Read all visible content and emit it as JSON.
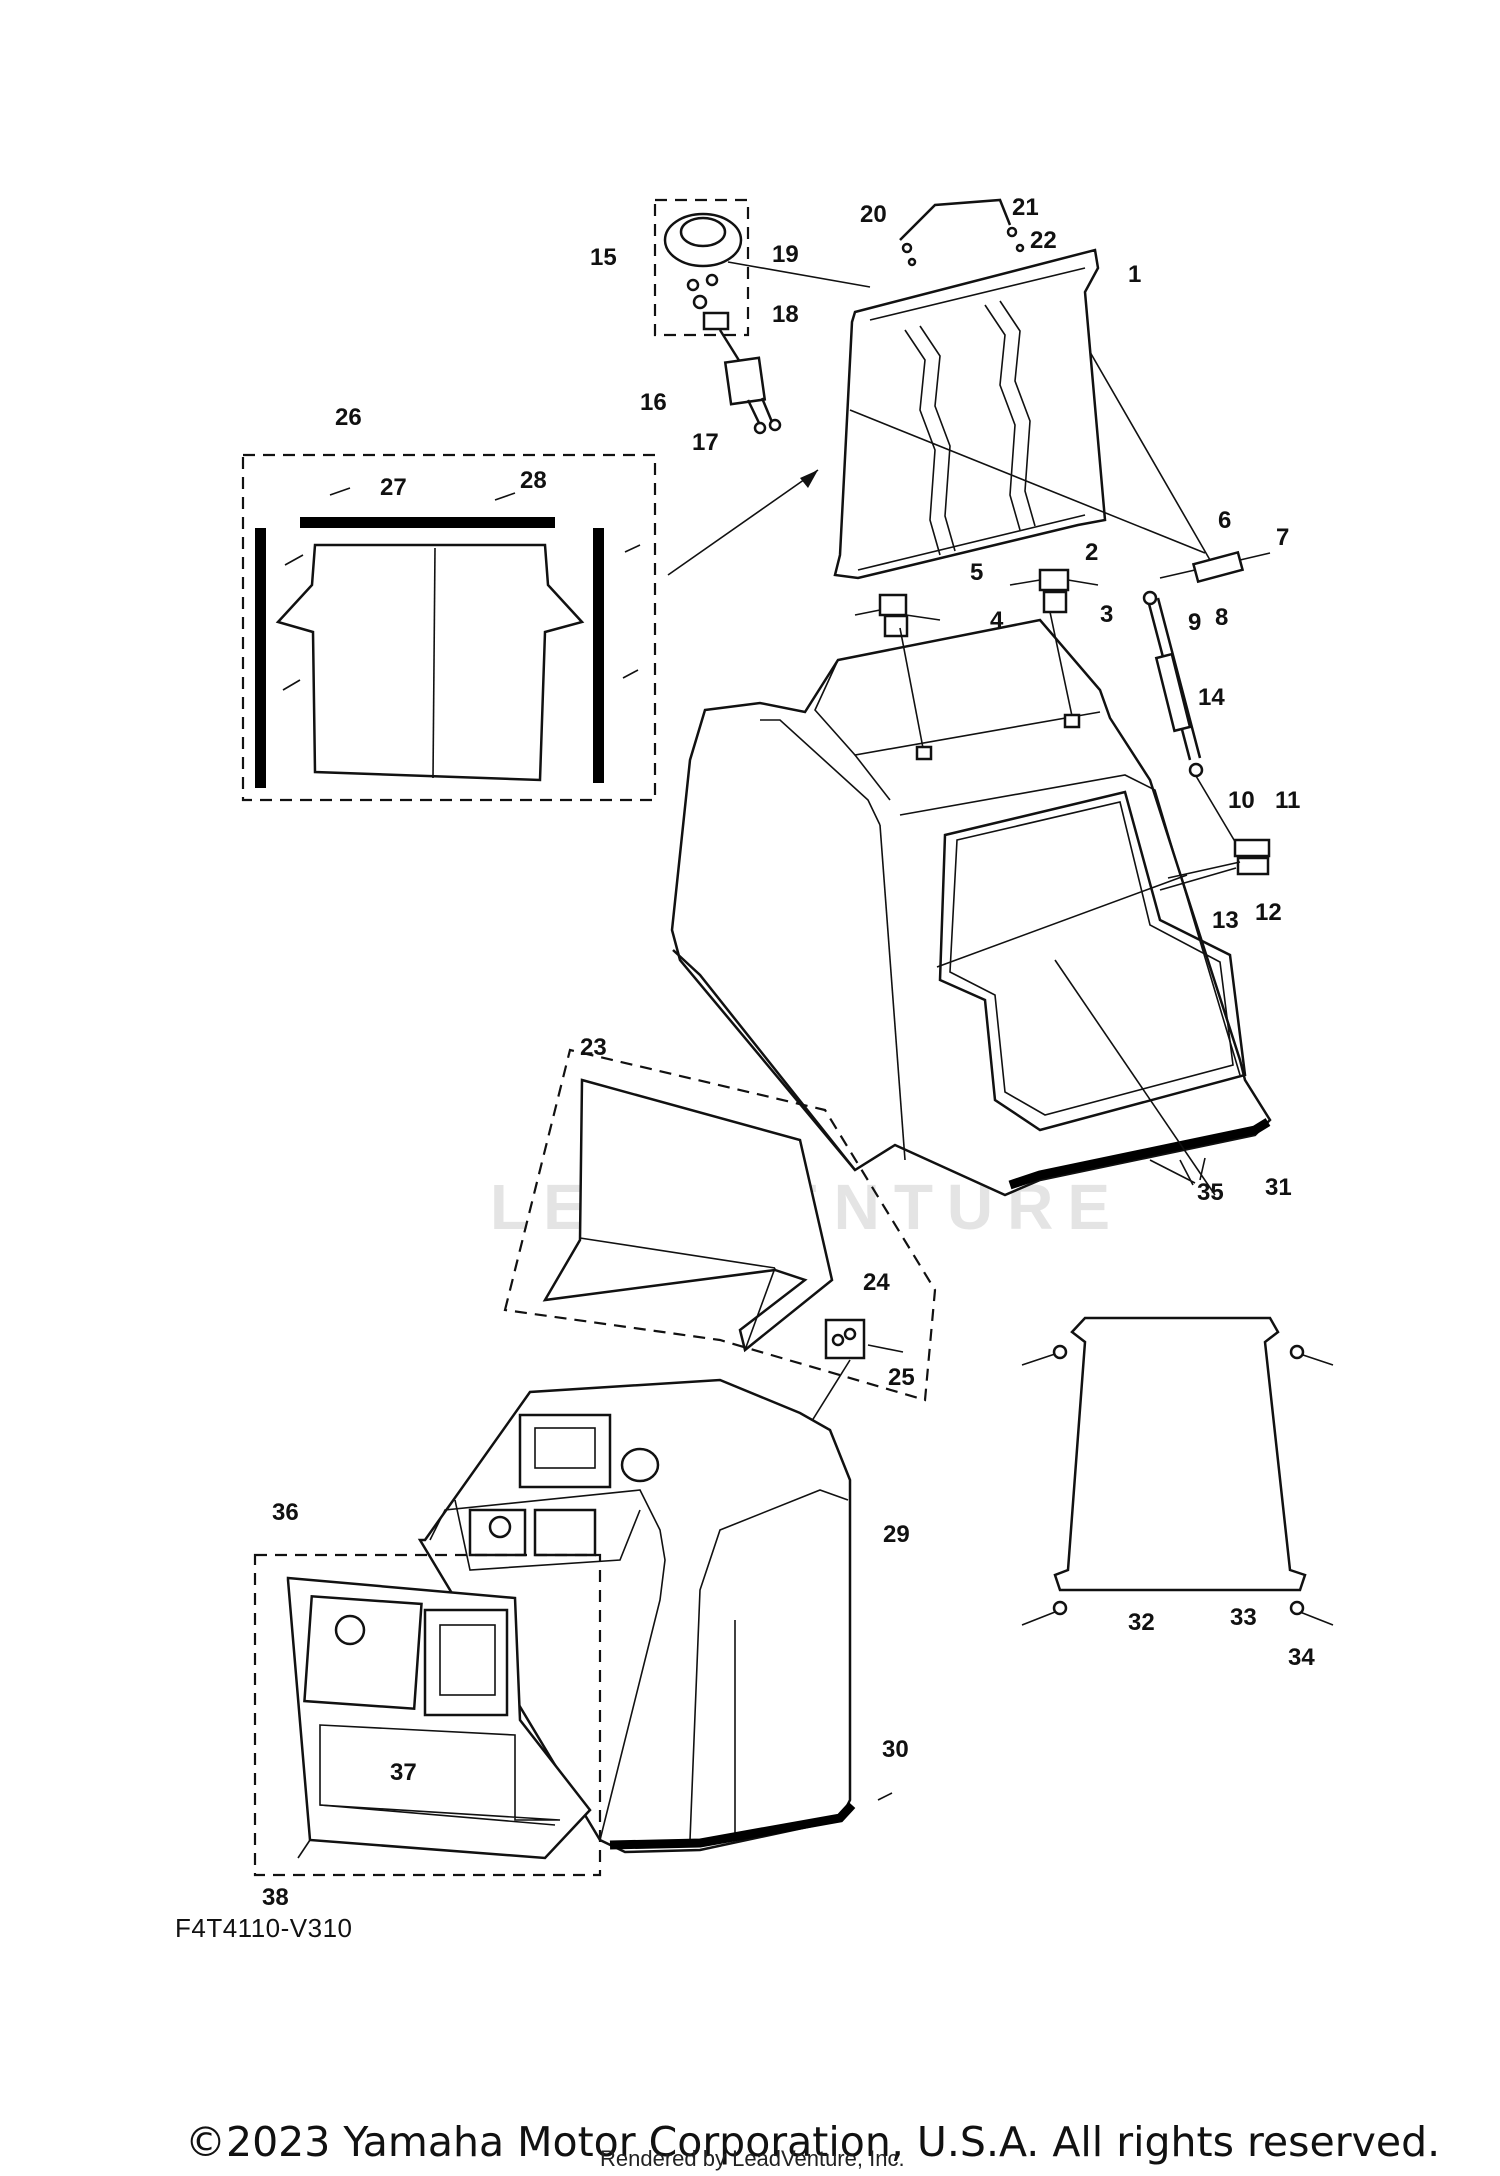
{
  "diagram": {
    "code": "F4T4110-V310",
    "watermark": "LEADVENTURE",
    "callouts": [
      "1",
      "2",
      "3",
      "4",
      "5",
      "6",
      "7",
      "8",
      "9",
      "10",
      "11",
      "12",
      "13",
      "14",
      "15",
      "16",
      "17",
      "18",
      "19",
      "20",
      "21",
      "22",
      "23",
      "24",
      "25",
      "26",
      "27",
      "28",
      "29",
      "30",
      "31",
      "32",
      "33",
      "34",
      "35",
      "36",
      "37",
      "38"
    ]
  },
  "footer": {
    "copyright": "©2023 Yamaha Motor Corporation, U.S.A. All rights reserved.",
    "rendered_by": "Rendered by LeadVenture, Inc."
  }
}
